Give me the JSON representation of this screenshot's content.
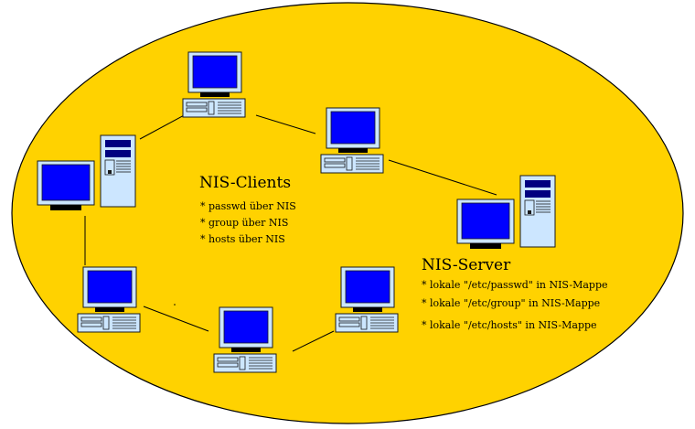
{
  "colors": {
    "ellipse_fill": "#FFD200",
    "ellipse_stroke": "#000000",
    "screen": "#0000FF",
    "device_body": "#CCE6FF",
    "device_stroke": "#1A1A1A",
    "tower_bay": "#000080"
  },
  "clients": {
    "title": "NIS-Clients",
    "items": [
      "* passwd über NIS",
      "* group über NIS",
      "* hosts über NIS"
    ]
  },
  "server": {
    "title": "NIS-Server",
    "items": [
      "* lokale \"/etc/passwd\" in NIS-Mappe",
      "* lokale \"/etc/group\" in NIS-Mappe",
      "* lokale \"/etc/hosts\" in NIS-Mappe"
    ]
  },
  "icons": [
    "desktop-computer-icon",
    "tower-computer-icon",
    "server-icon"
  ]
}
